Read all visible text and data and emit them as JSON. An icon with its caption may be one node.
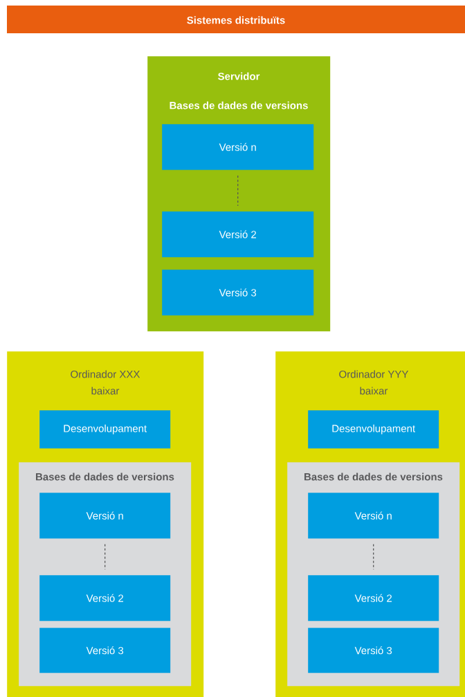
{
  "diagram": {
    "title": "Sistemes distribuïts",
    "nodes": [
      {
        "text": [
          "Servidor",
          "Bases de dades de versions"
        ]
      },
      {
        "text": [
          "Versió n"
        ],
        "in": 0
      },
      {
        "text": [
          "Versió 2"
        ],
        "in": 0
      },
      {
        "text": [
          "Versió 3"
        ],
        "in": 0
      },
      {
        "text": [
          "Ordinador XXX",
          "baixar"
        ]
      },
      {
        "text": [
          "Desenvolupament"
        ],
        "in": 4
      },
      {
        "text": [
          "Bases de dades de versions"
        ],
        "in": 4
      },
      {
        "text": [
          "Versió n"
        ],
        "in": 6
      },
      {
        "text": [
          "Versió 2"
        ],
        "in": 6
      },
      {
        "text": [
          "Versió 3"
        ],
        "in": 6
      },
      {
        "text": [
          "Ordinador YYY",
          "baixar"
        ]
      },
      {
        "text": [
          "Desenvolupament"
        ],
        "in": 10
      },
      {
        "text": [
          "Bases de dades de versions"
        ],
        "in": 10
      },
      {
        "text": [
          "Versió n"
        ],
        "in": 12
      },
      {
        "text": [
          "Versió 2"
        ],
        "in": 12
      },
      {
        "text": [
          "Versió 3"
        ],
        "in": 12
      }
    ],
    "edges": [
      {
        "from": 1,
        "to": 2,
        "arrow": "none",
        "style": "dashed"
      },
      {
        "from": 7,
        "to": 8,
        "arrow": "none",
        "style": "dashed"
      },
      {
        "from": 13,
        "to": 14,
        "arrow": "none",
        "style": "dashed"
      }
    ]
  }
}
